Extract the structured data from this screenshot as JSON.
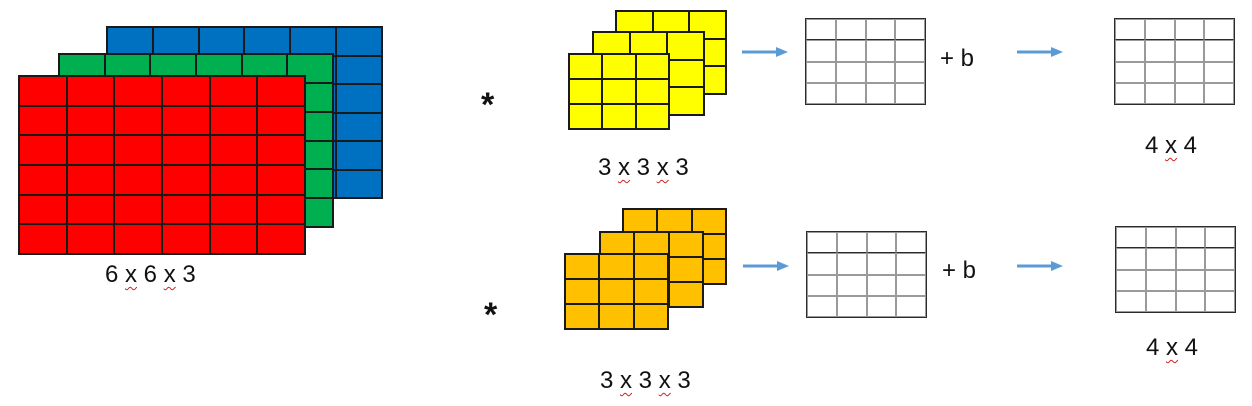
{
  "input": {
    "label_parts": [
      "6 ",
      "x",
      " 6 ",
      "x",
      " 3"
    ],
    "colors": {
      "back": "#0070c0",
      "middle": "#00b050",
      "front": "#ff0000"
    }
  },
  "filters": [
    {
      "operator": "*",
      "label_parts": [
        "3 ",
        "x",
        " 3 ",
        "x",
        " 3"
      ],
      "color": "#ffff00",
      "bias": "+ b",
      "output_label_parts": [
        "4 ",
        "x",
        " 4"
      ]
    },
    {
      "operator": "*",
      "label_parts": [
        "3 ",
        "x",
        " 3 ",
        "x",
        " 3"
      ],
      "color": "#ffc000",
      "bias": "+ b",
      "output_label_parts": [
        "4 ",
        "x",
        " 4"
      ]
    }
  ],
  "arrow_color": "#5b9bd5",
  "grid_line_color": "#1a1a1a"
}
